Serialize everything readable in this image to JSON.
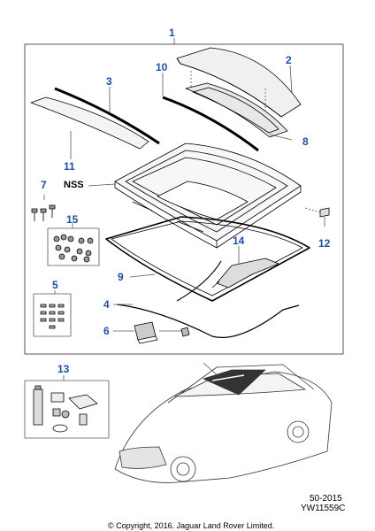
{
  "callouts": {
    "c1": "1",
    "c2": "2",
    "c3": "3",
    "c4": "4",
    "c5": "5",
    "c6": "6",
    "c7": "7",
    "c8": "8",
    "c9": "9",
    "c10": "10",
    "c11": "11",
    "c12": "12",
    "c13": "13",
    "c14": "14",
    "c15": "15"
  },
  "nss_label": "NSS",
  "ref_code_line1": "50-2015",
  "ref_code_line2": "YW11559C",
  "copyright": "© Copyright, 2016. Jaguar Land Rover Limited.",
  "colors": {
    "callout": "#1f4ea3",
    "line": "#000000",
    "glass_tint": "#e8e8e8"
  }
}
